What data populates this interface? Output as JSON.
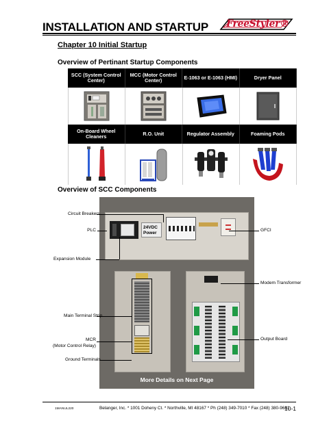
{
  "header": {
    "title": "INSTALLATION AND STARTUP",
    "logo_text": "FreeStyler®"
  },
  "chapter_title": "Chapter 10 Initial Startup",
  "section1_title": "Overview of Pertinant Startup Components",
  "components_row1": [
    {
      "label": "SCC (System Control Center)",
      "icon": "control-cabinet-icon"
    },
    {
      "label": "MCC (Motor Control Center)",
      "icon": "motor-cabinet-icon"
    },
    {
      "label": "E-1063 or E-1063 (HMI)",
      "icon": "hmi-screen-icon"
    },
    {
      "label": "Dryer Panel",
      "icon": "dryer-panel-icon"
    }
  ],
  "components_row2": [
    {
      "label": "On-Board Wheel Cleaners",
      "icon": "wheel-cleaner-icon"
    },
    {
      "label": "R.O. Unit",
      "icon": "ro-unit-icon"
    },
    {
      "label": "Regulator Assembly",
      "icon": "regulator-icon"
    },
    {
      "label": "Foaming Pods",
      "icon": "foaming-pods-icon"
    }
  ],
  "section2_title": "Overview of SCC Components",
  "scc": {
    "power_label_1": "24VDC",
    "power_label_2": "Power",
    "footer_text": "More Details on Next Page",
    "callouts": {
      "circuit_breakers": "Circuit Breakers",
      "plc": "PLC",
      "gfci": "GFCI",
      "expansion_module": "Expansion Module",
      "modem_transformer": "Modem Transformer",
      "main_terminal_strip": "Main Terminal Strip",
      "mcr_1": "MCR",
      "mcr_2": "(Motor Control Relay)",
      "output_board": "Output Board",
      "ground_terminals": "Ground Terminals"
    }
  },
  "footer": {
    "doc_code": "1MANUL220",
    "company": "Belanger, Inc. * 1001 Doheny Ct. * Northville, MI 48167 * Ph (248) 349-7010 * Fax (248) 380-9681",
    "page": "10-1"
  }
}
